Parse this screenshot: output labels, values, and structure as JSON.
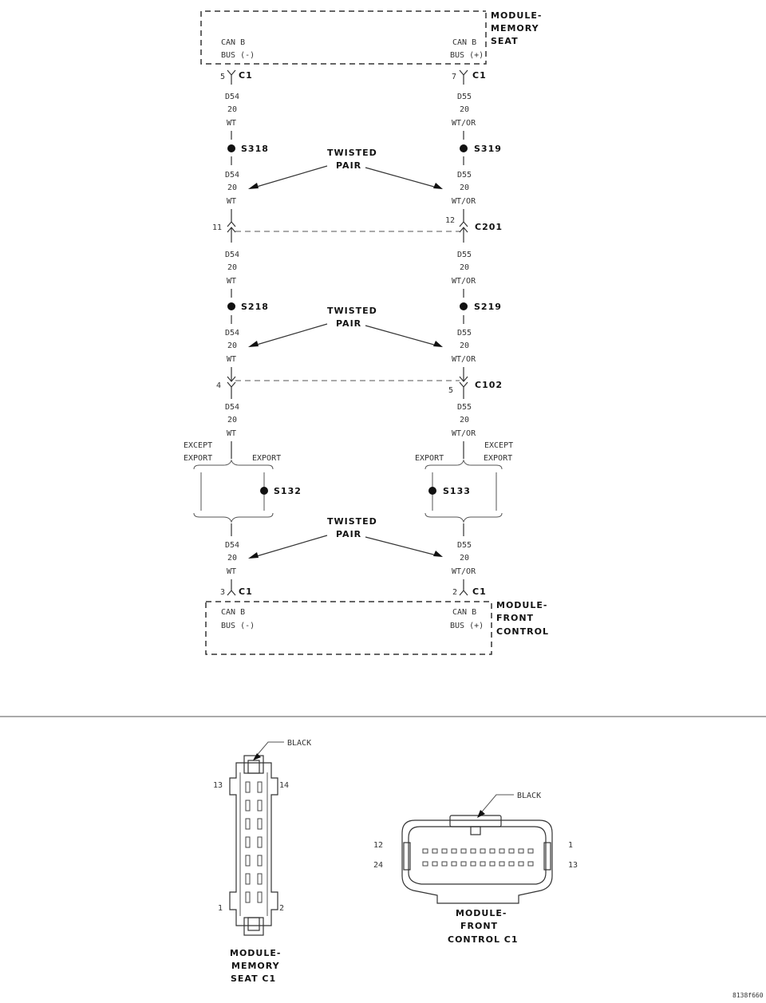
{
  "modules": {
    "memory_seat": {
      "name_lines": [
        "MODULE-",
        "MEMORY",
        "SEAT"
      ],
      "left_label": [
        "CAN B",
        "BUS (-)"
      ],
      "right_label": [
        "CAN B",
        "BUS (+)"
      ]
    },
    "front_control": {
      "name_lines": [
        "MODULE-",
        "FRONT",
        "CONTROL"
      ],
      "left_label": [
        "CAN B",
        "BUS (-)"
      ],
      "right_label": [
        "CAN B",
        "BUS (+)"
      ]
    }
  },
  "connectors": {
    "top_left": {
      "pin": "5",
      "name": "C1"
    },
    "top_right": {
      "pin": "7",
      "name": "C1"
    },
    "c201_left": {
      "pin": "11"
    },
    "c201_right": {
      "pin": "12",
      "name": "C201"
    },
    "c102_left": {
      "pin": "4"
    },
    "c102_right": {
      "pin": "5",
      "name": "C102"
    },
    "bottom_left": {
      "pin": "3",
      "name": "C1"
    },
    "bottom_right": {
      "pin": "2",
      "name": "C1"
    }
  },
  "wires": {
    "left": {
      "circuit": "D54",
      "gauge": "20",
      "color": "WT"
    },
    "right": {
      "circuit": "D55",
      "gauge": "20",
      "color": "WT/OR"
    }
  },
  "splices": {
    "s318": "S318",
    "s319": "S319",
    "s218": "S218",
    "s219": "S219",
    "s132": "S132",
    "s133": "S133"
  },
  "twisted_pair": [
    "TWISTED",
    "PAIR"
  ],
  "export_options": {
    "except_export": [
      "EXCEPT",
      "EXPORT"
    ],
    "export": "EXPORT"
  },
  "connector_views": {
    "memory_seat": {
      "color": "BLACK",
      "pin_top_left": "13",
      "pin_top_right": "14",
      "pin_bottom_left": "1",
      "pin_bottom_right": "2",
      "title_lines": [
        "MODULE-",
        "MEMORY",
        "SEAT C1"
      ]
    },
    "front_control": {
      "color": "BLACK",
      "pin_left_top": "12",
      "pin_left_bottom": "24",
      "pin_right_top": "1",
      "pin_right_bottom": "13",
      "title_lines": [
        "MODULE-",
        "FRONT",
        "CONTROL C1"
      ]
    }
  },
  "figure_id": "8138f660"
}
